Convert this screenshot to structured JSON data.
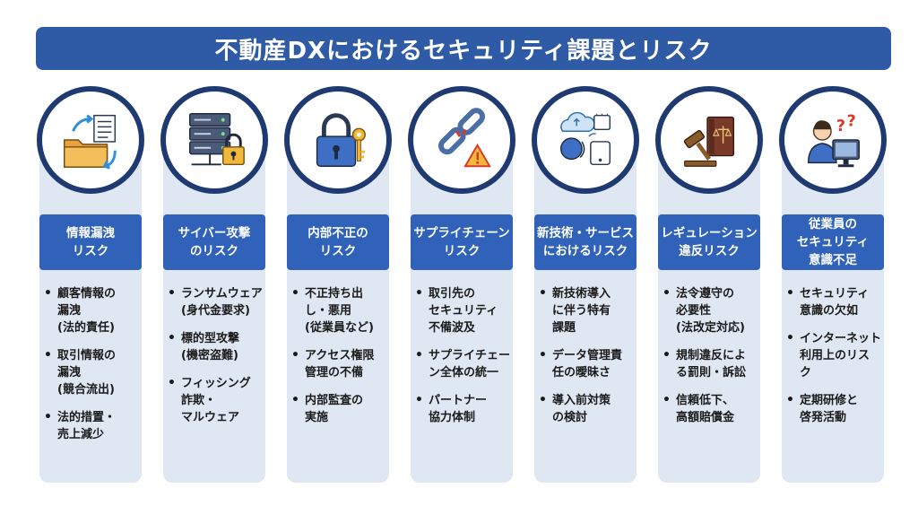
{
  "title": "不動産DXにおけるセキュリティ課題とリスク",
  "columns": [
    {
      "icon": "folder-document-exchange-icon",
      "label": "情報漏洩\nリスク",
      "bullets": [
        "顧客情報の\n漏洩\n(法的責任)",
        "取引情報の\n漏洩\n(競合流出)",
        "法的措置・\n売上減少"
      ]
    },
    {
      "icon": "server-lock-icon",
      "label": "サイバー攻撃\nのリスク",
      "bullets": [
        "ランサムウェア\n(身代金要求)",
        "標的型攻撃\n(機密盗難)",
        "フィッシング\n詐欺・\nマルウェア"
      ]
    },
    {
      "icon": "padlock-key-icon",
      "label": "内部不正の\nリスク",
      "bullets": [
        "不正持ち出\nし・悪用\n(従業員など)",
        "アクセス権限\n管理の不備",
        "内部監査の\n実施"
      ]
    },
    {
      "icon": "broken-chain-warning-icon",
      "label": "サプライチェーン\nリスク",
      "bullets": [
        "取引先の\nセキュリティ\n不備波及",
        "サプライチェー\nン全体の統一",
        "パートナー\n協力体制"
      ]
    },
    {
      "icon": "cloud-ai-iot-icon",
      "label": "新技術・サービス\nにおけるリスク",
      "bullets": [
        "新技術導入\nに伴う特有\n課題",
        "データ管理責\n任の曖昧さ",
        "導入前対策\nの検討"
      ]
    },
    {
      "icon": "gavel-law-book-icon",
      "label": "レギュレーション\n違反リスク",
      "bullets": [
        "法令遵守の\n必要性\n(法改定対応)",
        "規制違反によ\nる罰則・訴訟",
        "信頼低下、\n高額賠償金"
      ]
    },
    {
      "icon": "confused-employee-computer-icon",
      "label": "従業員の\nセキュリティ\n意識不足",
      "bullets": [
        "セキュリティ\n意識の欠如",
        "インターネット\n利用上のリス\nク",
        "定期研修と\n啓発活動"
      ]
    }
  ],
  "colors": {
    "title_bg": "#2f5aa6",
    "label_bg": "#2f62b8",
    "column_bg": "#dfe7f3",
    "circle_border": "#1e3a70"
  }
}
